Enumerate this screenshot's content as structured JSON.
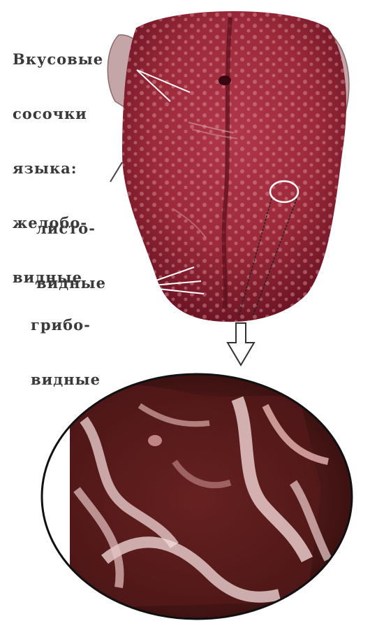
{
  "labels": {
    "circumvallate": [
      "Вкусовые",
      "сосочки",
      "языка:",
      "желобо-",
      "видные"
    ],
    "foliate": [
      "листо-",
      "видные"
    ],
    "fungiform": [
      "грибо-",
      "видные"
    ]
  },
  "colors": {
    "tongue": "#9c2a3a",
    "tongue_dark": "#6e1525",
    "papillae": "#e8a3ad",
    "micro_dark": "#3a1010",
    "micro_light": "#f2d6d6",
    "ink": "#3a3a3a"
  }
}
